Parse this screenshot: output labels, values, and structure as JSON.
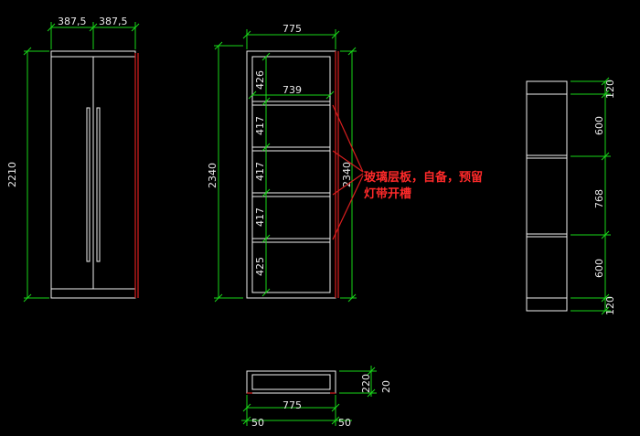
{
  "front_view": {
    "door_width_left": "387,5",
    "door_width_right": "387,5",
    "height": "2210"
  },
  "section_view": {
    "outer_width": "775",
    "inner_width": "739",
    "outer_height": "2340",
    "inner_height": "2340",
    "shelf_gaps": [
      "426",
      "417",
      "417",
      "417",
      "425"
    ]
  },
  "side_view": {
    "segments": [
      "120",
      "600",
      "768",
      "600",
      "120"
    ]
  },
  "plan_view": {
    "width": "775",
    "left_offset": "50",
    "right_offset": "50",
    "depth": "220",
    "thickness": "20"
  },
  "annotation": {
    "line1": "玻璃层板，自备，预留",
    "line2": "灯带开槽"
  },
  "colors": {
    "background": "#000000",
    "dimension": "#19d619",
    "outline": "#f0f0f0",
    "annotation": "#ff2a2a"
  }
}
